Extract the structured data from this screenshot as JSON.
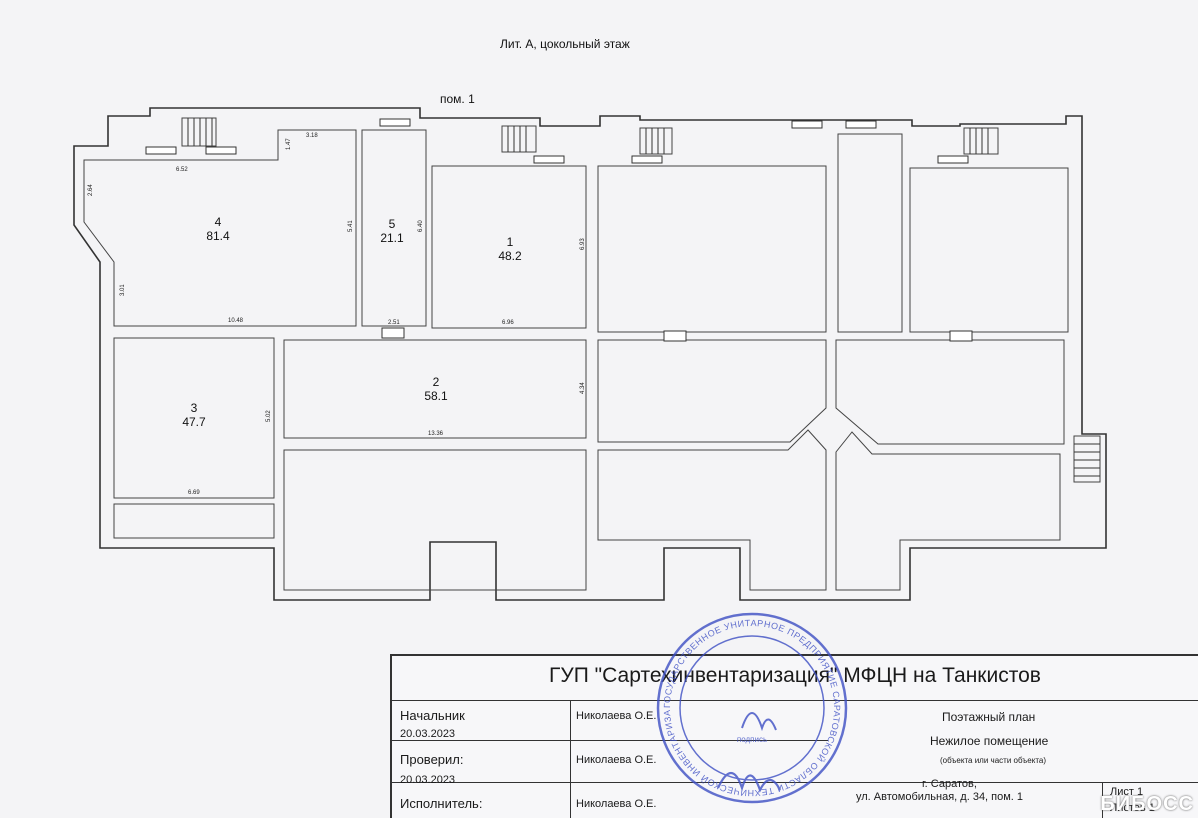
{
  "header": {
    "title": "Лит. А, цокольный этаж",
    "room_label": "пом. 1"
  },
  "rooms": [
    {
      "id": "4",
      "area": "81.4"
    },
    {
      "id": "5",
      "area": "21.1"
    },
    {
      "id": "1",
      "area": "48.2"
    },
    {
      "id": "2",
      "area": "58.1"
    },
    {
      "id": "3",
      "area": "47.7"
    }
  ],
  "dims": {
    "d652": "6.52",
    "d318": "3.18",
    "d147": "1.47",
    "d264": "2.64",
    "d301": "3.01",
    "d1048": "10.48",
    "d541": "5.41",
    "d640": "6.40",
    "d251": "2.51",
    "d693": "6.93",
    "d696": "6.96",
    "d434": "4.34",
    "d1336": "13.36",
    "d502": "5.02",
    "d669": "6.69"
  },
  "stamp": {
    "org": "ГУП \"Сартехинвентаризация\" МФЦН на Танкистов",
    "rows": [
      {
        "role": "Начальник",
        "date": "20.03.2023",
        "name": "Николаева О.Е."
      },
      {
        "role": "Проверил:",
        "date": "20.03.2023",
        "name": "Николаева О.Е."
      },
      {
        "role": "Исполнитель:",
        "date": "",
        "name": "Николаева О.Е."
      }
    ],
    "plan_type": "Поэтажный план",
    "object": "Нежилое помещение",
    "object_note": "(объекта или части объекта)",
    "city": "г. Саратов,",
    "address": "ул. Автомобильная, д. 34, пом. 1",
    "sheet": "Лист 1",
    "sheets": "Листов 1"
  },
  "seal": {
    "ring_text": "ГОСУДАРСТВЕННОЕ УНИТАРНОЕ ПРЕДПРИЯТИЕ САРАТОВСКОЙ ОБЛАСТИ ТЕХНИЧЕСКОЙ ИНВЕНТАРИЗАЦИИ И ОЦЕНКИ НЕДВИЖИМОСТИ",
    "sign_label": "подпись"
  },
  "logo": "БИБОСС",
  "colors": {
    "seal": "#3d4fc4",
    "line": "#333333"
  }
}
